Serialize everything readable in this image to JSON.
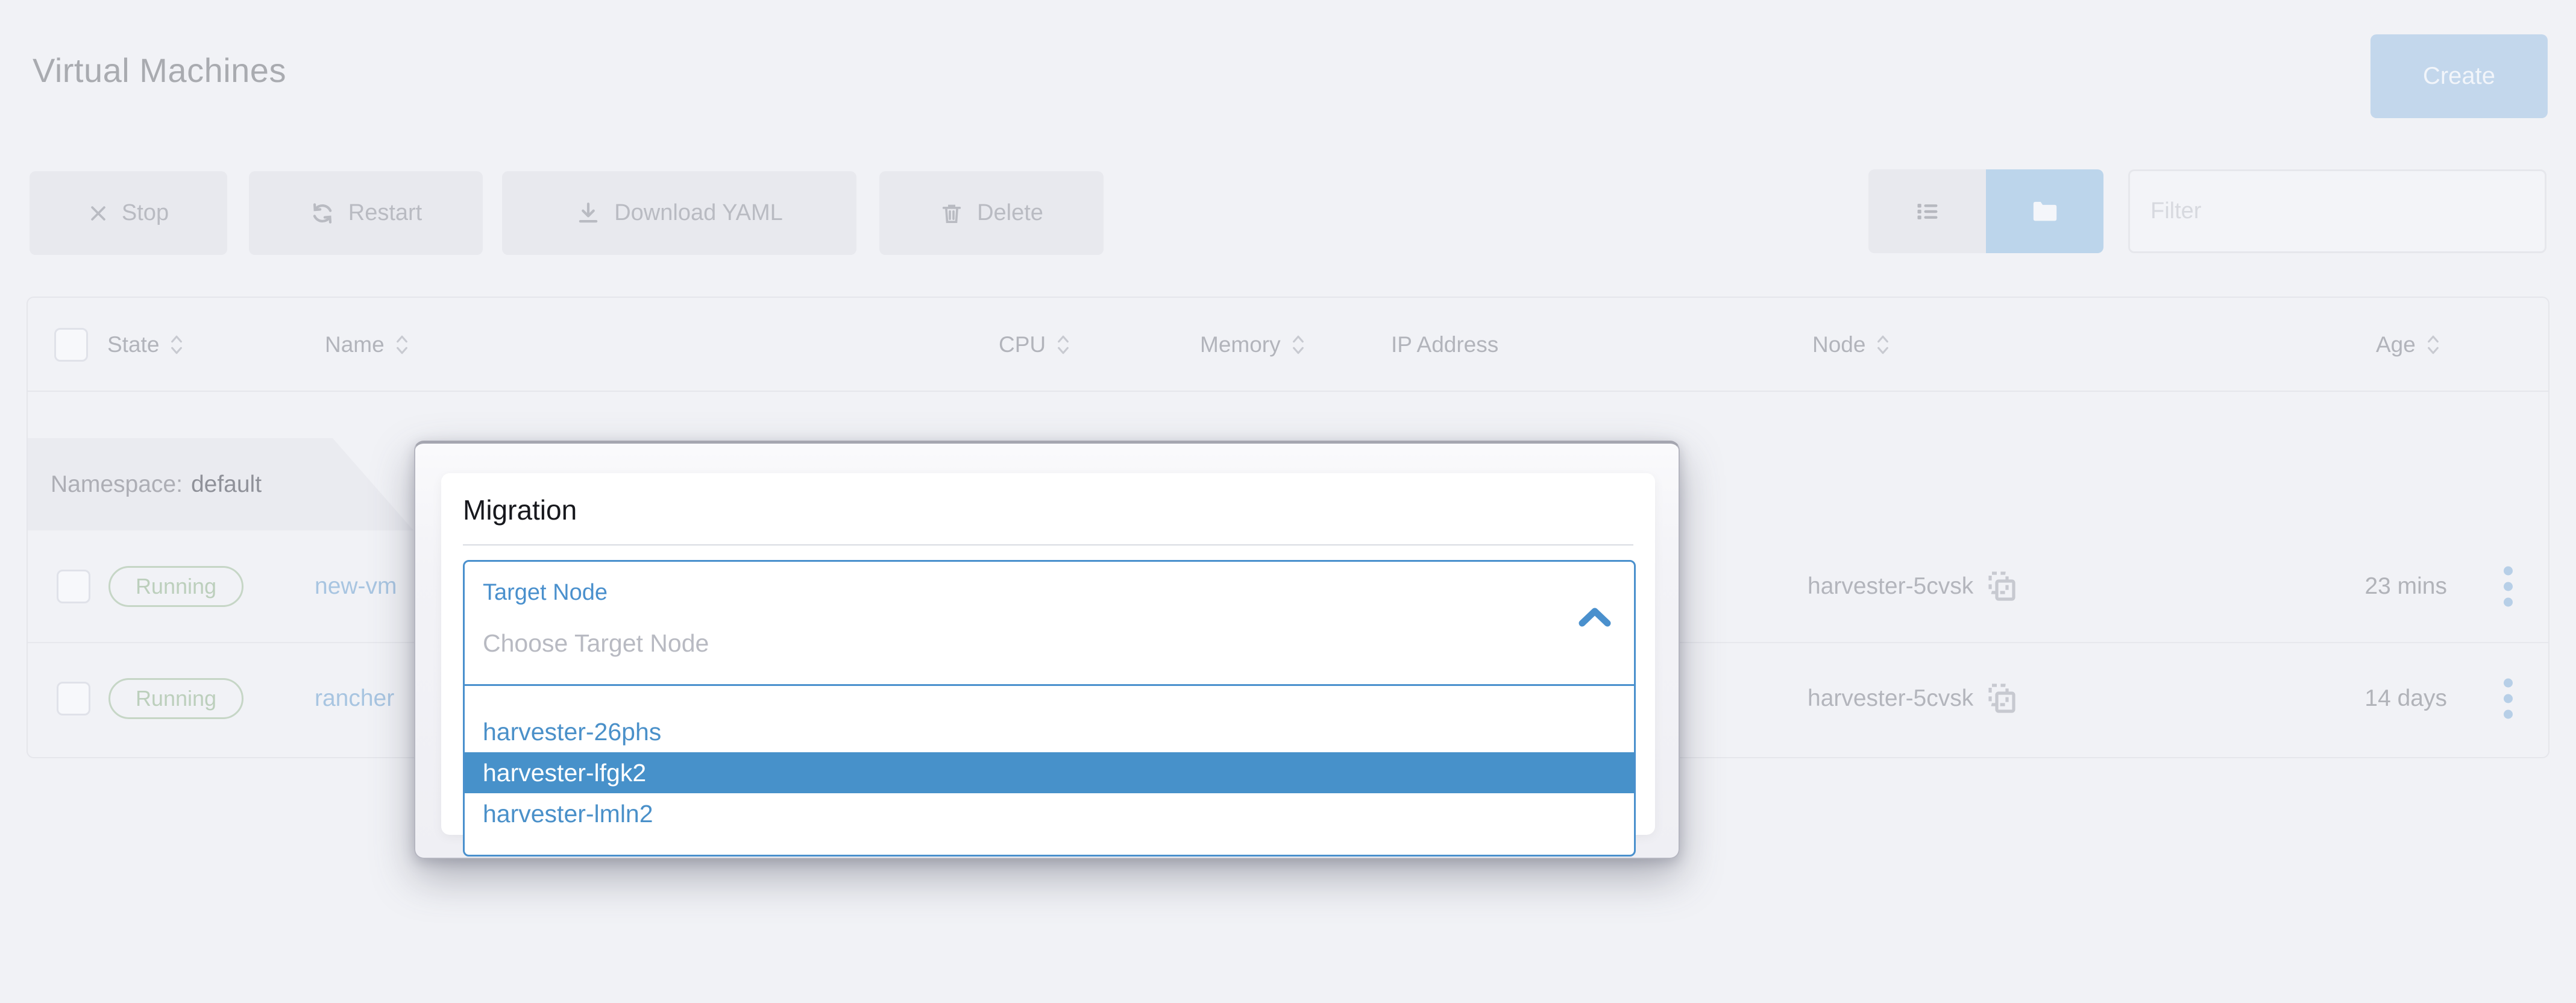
{
  "page": {
    "title": "Virtual Machines",
    "background_color": "#f1f2f6"
  },
  "header": {
    "create_label": "Create"
  },
  "toolbar": {
    "stop_label": "Stop",
    "restart_label": "Restart",
    "download_yaml_label": "Download YAML",
    "delete_label": "Delete",
    "filter_placeholder": "Filter",
    "view_toggle": {
      "list_view_icon": "list-view-icon",
      "namespace_view_icon": "folder-icon",
      "active_segment": "namespace-view"
    }
  },
  "table": {
    "columns": [
      {
        "label": "State",
        "sortable": true
      },
      {
        "label": "Name",
        "sortable": true
      },
      {
        "label": "CPU",
        "sortable": true
      },
      {
        "label": "Memory",
        "sortable": true
      },
      {
        "label": "IP Address",
        "sortable": false
      },
      {
        "label": "Node",
        "sortable": true
      },
      {
        "label": "Age",
        "sortable": true
      }
    ],
    "group": {
      "label": "Namespace:",
      "value": "default"
    },
    "rows": [
      {
        "state": "Running",
        "name": "new-vm",
        "node": "harvester-5cvsk",
        "age": "23 mins"
      },
      {
        "state": "Running",
        "name": "rancher",
        "node": "harvester-5cvsk",
        "age": "14 days"
      }
    ]
  },
  "modal": {
    "title": "Migration",
    "select": {
      "label": "Target Node",
      "placeholder": "Choose Target Node"
    },
    "options": [
      {
        "label": "harvester-26phs",
        "selected": false
      },
      {
        "label": "harvester-lfgk2",
        "selected": true
      },
      {
        "label": "harvester-lmln2",
        "selected": false
      }
    ]
  },
  "colors": {
    "accent_blue": "#4a90cd",
    "selected_option_bg": "#4791ca",
    "create_button_bg": "#c3d7ec",
    "active_toggle_bg": "#bcd5eb",
    "running_badge_green": "#c6d6c6",
    "page_bg": "#f1f2f6"
  }
}
